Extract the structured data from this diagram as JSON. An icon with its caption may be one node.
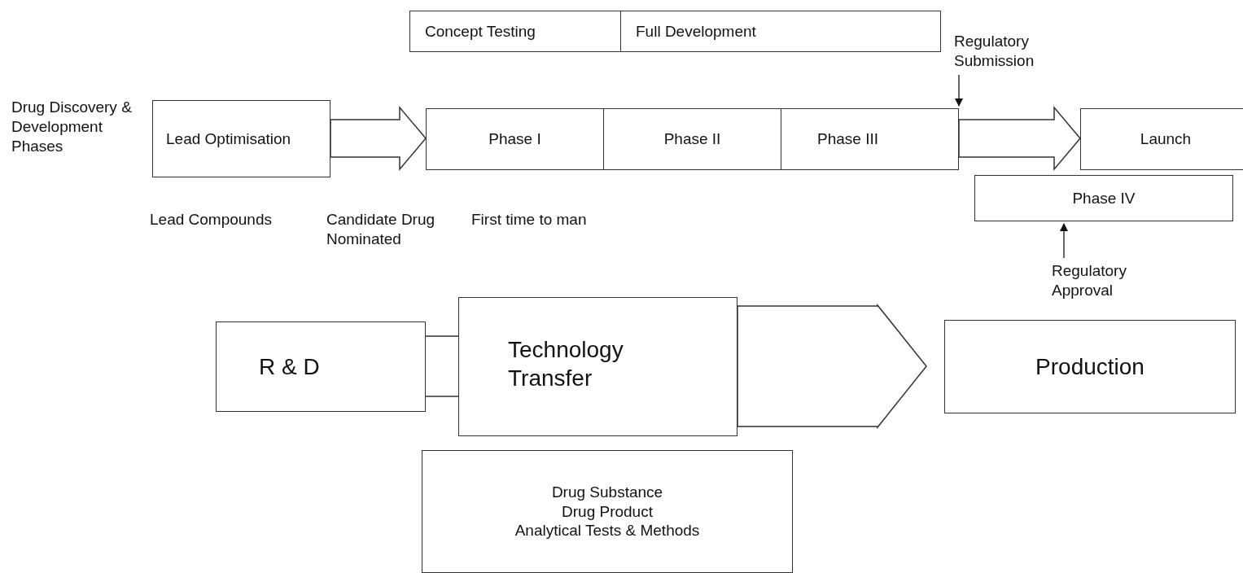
{
  "diagram": {
    "nodes": [
      {
        "text": [
          "Concept Testing"
        ]
      },
      {
        "text": [
          "Full Development"
        ]
      },
      {
        "text": [
          "Lead Optimisation"
        ]
      },
      {
        "text": [
          "Phase I"
        ]
      },
      {
        "text": [
          "Phase II"
        ]
      },
      {
        "text": [
          "Phase III"
        ]
      },
      {
        "text": [
          "Launch"
        ]
      },
      {
        "text": [
          "Phase IV"
        ]
      },
      {
        "text": [
          "Regulatory Submission"
        ]
      },
      {
        "text": [
          "Regulatory Approval"
        ]
      },
      {
        "text": [
          "R & D"
        ]
      },
      {
        "text": [
          "Technology Transfer"
        ]
      },
      {
        "text": [
          "Production"
        ]
      },
      {
        "text": [
          "Drug Substance",
          "Drug Product",
          "Analytical Tests & Methods"
        ]
      }
    ],
    "edges": [
      {
        "from": 2,
        "to": 3,
        "arrow": "to"
      },
      {
        "from": 5,
        "to": 6,
        "arrow": "to"
      },
      {
        "from": 8,
        "to": 5,
        "arrow": "to"
      },
      {
        "from": 9,
        "to": 7,
        "arrow": "to"
      },
      {
        "from": 10,
        "to": 11,
        "arrow": "none"
      },
      {
        "from": 11,
        "to": 12,
        "arrow": "to"
      }
    ],
    "labels": [
      "Drug Discovery & Development Phases",
      "Lead Compounds",
      "Candidate Drug Nominated",
      "First time to man"
    ]
  }
}
